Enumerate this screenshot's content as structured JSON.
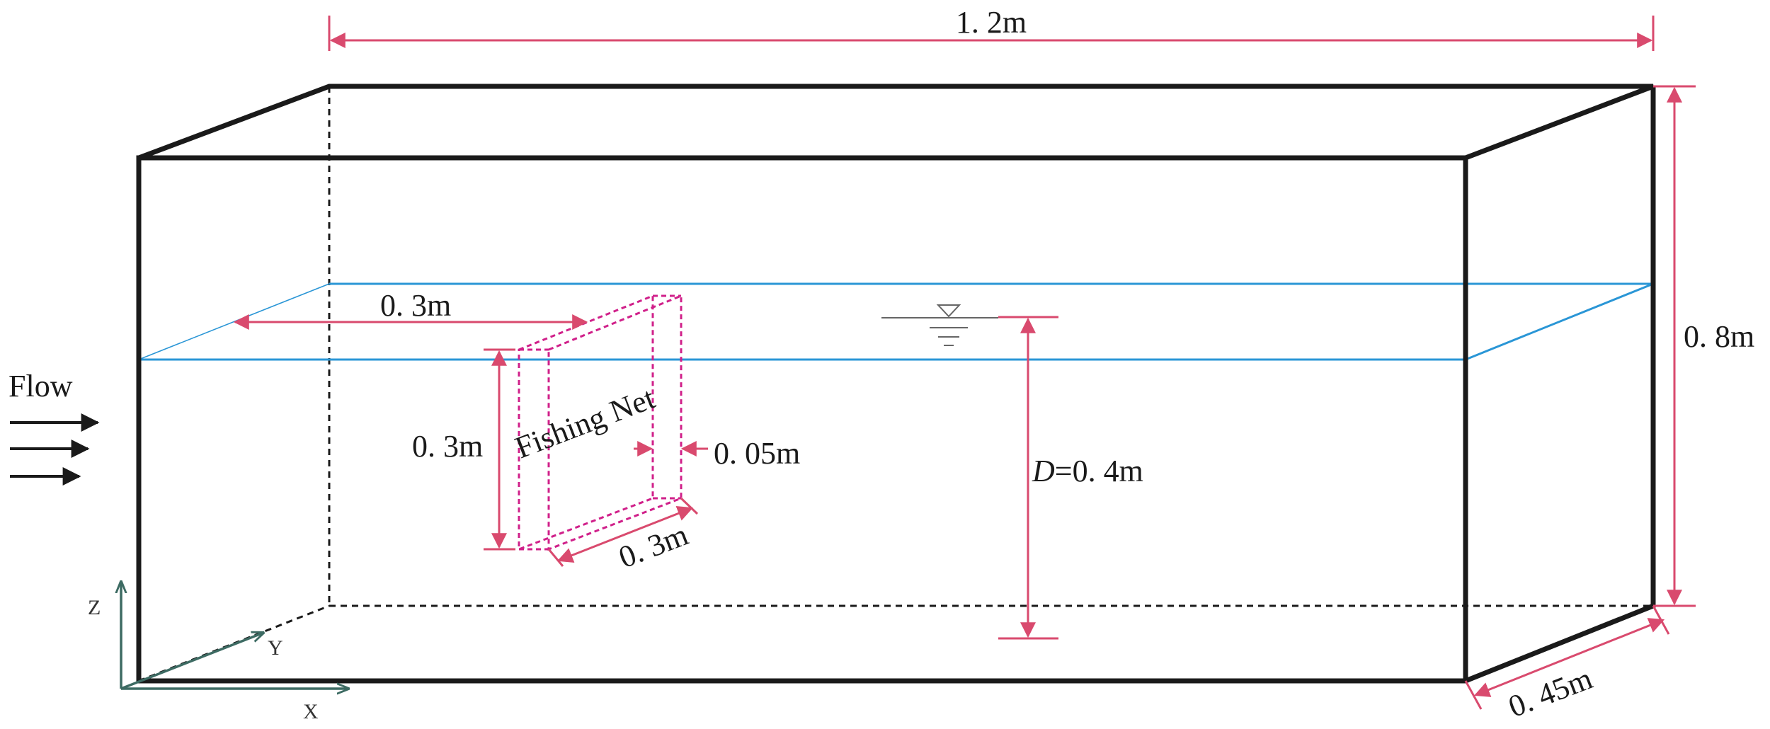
{
  "colors": {
    "frame": "#1a1a1a",
    "dimension": "#d94a6e",
    "water": "#2a96d6",
    "net": "#d0208a",
    "axis": "#3d6b63",
    "symbol": "#666666"
  },
  "labels": {
    "length": "1. 2m",
    "height": "0. 8m",
    "width": "0. 45m",
    "flow": "Flow",
    "net_offset": "0. 3m",
    "net_height": "0. 3m",
    "net_thickness": "0. 05m",
    "net_width": "0. 3m",
    "depth_symbol": "D",
    "depth_value": "=0. 4m",
    "net_name": "Fishing Net",
    "axis_x": "X",
    "axis_y": "Y",
    "axis_z": "Z"
  },
  "icons": {
    "water_level": "water-surface-symbol-icon",
    "flow_arrows": "arrow-right-icon"
  }
}
